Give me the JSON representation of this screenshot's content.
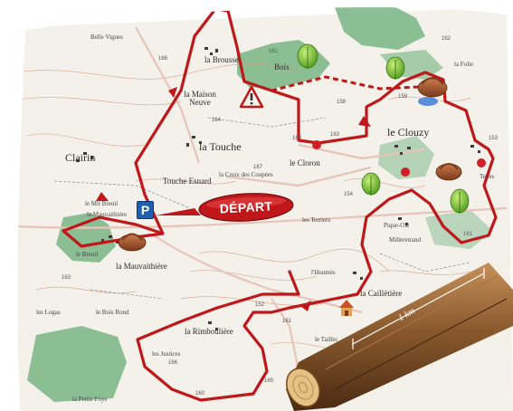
{
  "map": {
    "depart_label": "DÉPART",
    "parking_label": "P",
    "scale_label": "1 km",
    "places": {
      "clairin": "Clairin",
      "brousse": "la Brousse",
      "bois": "Bois",
      "maison_neuve": "la Maison Neuve",
      "touche": "la Touche",
      "touche_esnard": "Touche Esnard",
      "mit_breuil": "le Mit Breuil",
      "mauvaithiere": "la Mauvaithière",
      "mauvaithiere_south": "la Mauvaithière",
      "breuil": "le Breuil",
      "clouzy": "le Clouzy",
      "cloron": "le Cloron",
      "terriers": "les Terriers",
      "houmes": "l'Houmès",
      "cailletiere": "la Caillétière",
      "rimboulière": "la Rimboulière",
      "petite_foye": "la Petite Foye",
      "logas": "les Logas",
      "bois_rond": "le Bois Rond",
      "justices": "les Justices",
      "pique_ole": "Pique-Ole",
      "mileretrand": "Milleretrand",
      "folie": "la Folie",
      "belle_vignes": "Belle Vignes",
      "tebes": "Tebes",
      "croix_coupees": "la Croix des Coupées",
      "taillec": "le Taillec"
    },
    "altitudes": {
      "a166": "166",
      "a161": "161",
      "a162": "162",
      "a163": "163",
      "a164": "164",
      "a165": "165",
      "a167": "167",
      "a160": "160",
      "a152": "152",
      "a153": "153",
      "a154": "154",
      "a158": "158",
      "a159": "159"
    },
    "colors": {
      "route": "#c0171b",
      "forest": "#7fb88a",
      "paper": "#f3f1ea",
      "road": "#e8c3b8",
      "contour": "#d99c85"
    }
  }
}
